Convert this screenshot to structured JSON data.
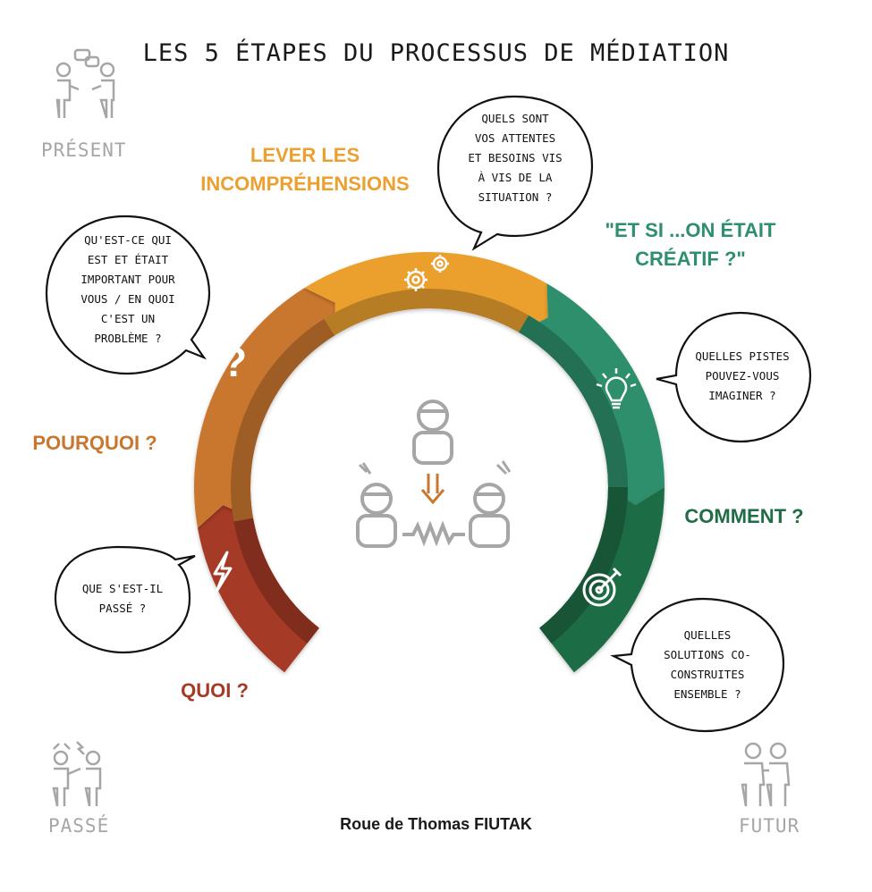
{
  "title": "LES 5 ÉTAPES DU PROCESSUS DE MÉDIATION",
  "time_labels": {
    "present": "PRÉSENT",
    "passe": "PASSÉ",
    "futur": "FUTUR"
  },
  "stages": [
    {
      "label_lines": [
        "QUOI ?"
      ],
      "color": "#a53a25",
      "question_lines": [
        "QUE S'EST-IL",
        "PASSÉ ?"
      ],
      "icon": "lightning-icon"
    },
    {
      "label_lines": [
        "POURQUOI ?"
      ],
      "color": "#c9772f",
      "question_lines": [
        "QU'EST-CE QUI",
        "EST ET ÉTAIT",
        "IMPORTANT POUR",
        "VOUS / EN QUOI",
        "C'EST UN",
        "PROBLÈME ?"
      ],
      "icon": "question-mark-icon"
    },
    {
      "label_lines": [
        "LEVER LES",
        "INCOMPRÉHENSIONS"
      ],
      "color": "#eba02f",
      "question_lines": [
        "QUELS SONT",
        "VOS ATTENTES",
        "ET BESOINS VIS",
        "À VIS DE LA",
        "SITUATION ?"
      ],
      "icon": "gears-icon"
    },
    {
      "label_lines": [
        "\"ET SI ...ON ÉTAIT",
        "CRÉATIF ?\""
      ],
      "color": "#2e8f6d",
      "question_lines": [
        "QUELLES PISTES",
        "POUVEZ-VOUS",
        "IMAGINER ?"
      ],
      "icon": "lightbulb-icon"
    },
    {
      "label_lines": [
        "COMMENT ?"
      ],
      "color": "#1f6d45",
      "question_lines": [
        "QUELLES",
        "SOLUTIONS CO-",
        "CONSTRUITES",
        "ENSEMBLE ?"
      ],
      "icon": "target-icon"
    }
  ],
  "credit": "Roue de Thomas FIUTAK",
  "colors": {
    "title": "#1a1a1a",
    "gray_icons": "#a6a6a6",
    "center_arrow": "#c9772f"
  }
}
